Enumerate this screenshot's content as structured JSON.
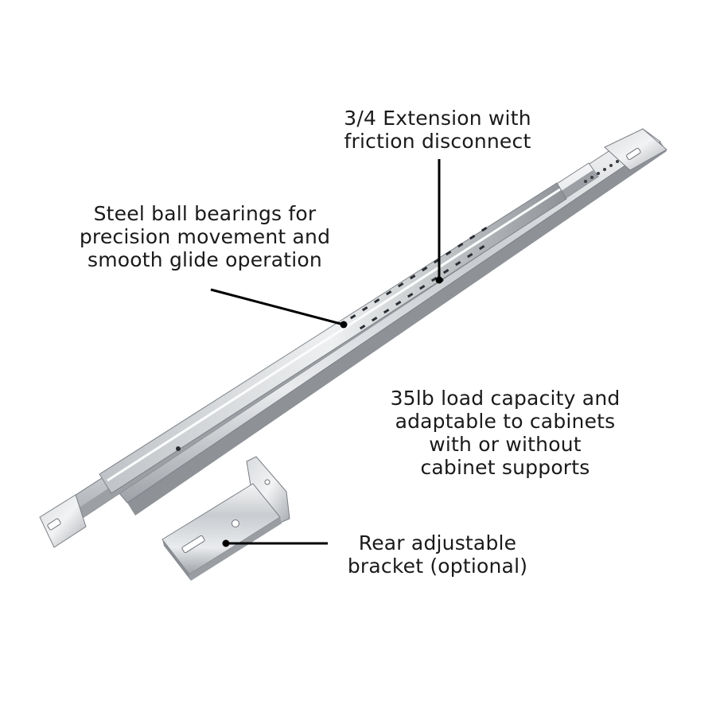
{
  "callouts": {
    "extension": {
      "lines": [
        "3/4 Extension with",
        "friction disconnect"
      ]
    },
    "bearings": {
      "lines": [
        "Steel ball bearings for",
        "precision movement and",
        "smooth glide operation"
      ]
    },
    "load": {
      "lines": [
        "35lb load capacity and",
        "adaptable to cabinets",
        "with or without",
        "cabinet supports"
      ]
    },
    "rear_bracket": {
      "lines": [
        "Rear adjustable",
        "bracket (optional)"
      ]
    }
  },
  "colors": {
    "background": "#ffffff",
    "text": "#1a1a1a",
    "leader": "#000000",
    "steel_light": "#e4e6e8",
    "steel_mid": "#b9bcc0",
    "steel_dark": "#6e7278"
  }
}
